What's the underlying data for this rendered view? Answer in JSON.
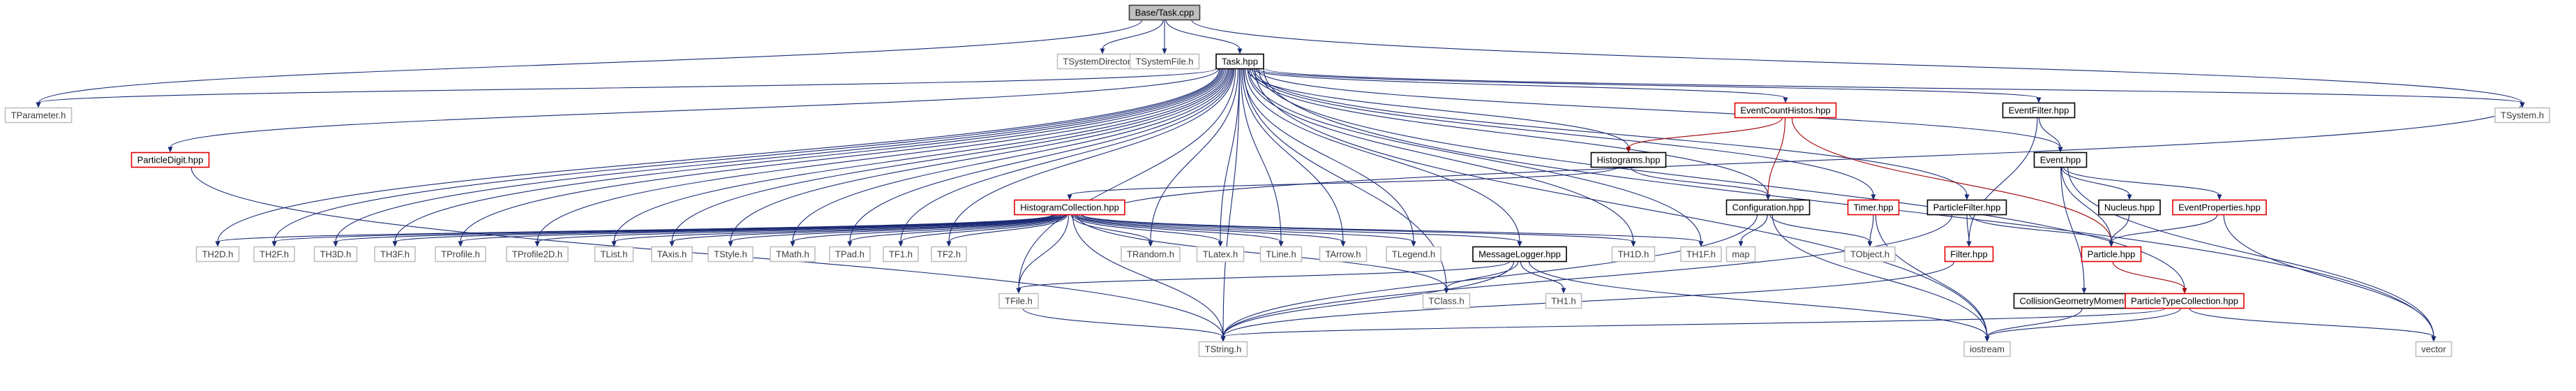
{
  "graph": {
    "nodes": [
      {
        "id": "task_cpp",
        "label": "Base/Task.cpp",
        "style": "root",
        "interactable": false
      },
      {
        "id": "tsysdir",
        "label": "TSystemDirectory.h",
        "style": "grey",
        "interactable": false
      },
      {
        "id": "tsysfile",
        "label": "TSystemFile.h",
        "style": "grey",
        "interactable": false
      },
      {
        "id": "task_hpp",
        "label": "Task.hpp",
        "style": "black",
        "interactable": true
      },
      {
        "id": "tparam",
        "label": "TParameter.h",
        "style": "grey",
        "interactable": false
      },
      {
        "id": "tsystem",
        "label": "TSystem.h",
        "style": "grey",
        "interactable": false
      },
      {
        "id": "pdigit",
        "label": "ParticleDigit.hpp",
        "style": "red",
        "interactable": true
      },
      {
        "id": "ech",
        "label": "EventCountHistos.hpp",
        "style": "red",
        "interactable": true
      },
      {
        "id": "evfilter",
        "label": "EventFilter.hpp",
        "style": "black",
        "interactable": true
      },
      {
        "id": "event",
        "label": "Event.hpp",
        "style": "black",
        "interactable": true
      },
      {
        "id": "histos",
        "label": "Histograms.hpp",
        "style": "black",
        "interactable": true
      },
      {
        "id": "hc",
        "label": "HistogramCollection.hpp",
        "style": "red",
        "interactable": true
      },
      {
        "id": "config",
        "label": "Configuration.hpp",
        "style": "black",
        "interactable": true
      },
      {
        "id": "timer",
        "label": "Timer.hpp",
        "style": "red",
        "interactable": true
      },
      {
        "id": "pfilter",
        "label": "ParticleFilter.hpp",
        "style": "black",
        "interactable": true
      },
      {
        "id": "nucleus",
        "label": "Nucleus.hpp",
        "style": "black",
        "interactable": true
      },
      {
        "id": "evprops",
        "label": "EventProperties.hpp",
        "style": "red",
        "interactable": true
      },
      {
        "id": "th2d",
        "label": "TH2D.h",
        "style": "grey",
        "interactable": false
      },
      {
        "id": "th2f",
        "label": "TH2F.h",
        "style": "grey",
        "interactable": false
      },
      {
        "id": "th3d",
        "label": "TH3D.h",
        "style": "grey",
        "interactable": false
      },
      {
        "id": "th3f",
        "label": "TH3F.h",
        "style": "grey",
        "interactable": false
      },
      {
        "id": "tprofile",
        "label": "TProfile.h",
        "style": "grey",
        "interactable": false
      },
      {
        "id": "tprofile2d",
        "label": "TProfile2D.h",
        "style": "grey",
        "interactable": false
      },
      {
        "id": "tlist",
        "label": "TList.h",
        "style": "grey",
        "interactable": false
      },
      {
        "id": "taxis",
        "label": "TAxis.h",
        "style": "grey",
        "interactable": false
      },
      {
        "id": "tstyle",
        "label": "TStyle.h",
        "style": "grey",
        "interactable": false
      },
      {
        "id": "tmath",
        "label": "TMath.h",
        "style": "grey",
        "interactable": false
      },
      {
        "id": "tpad",
        "label": "TPad.h",
        "style": "grey",
        "interactable": false
      },
      {
        "id": "tf1",
        "label": "TF1.h",
        "style": "grey",
        "interactable": false
      },
      {
        "id": "tf2",
        "label": "TF2.h",
        "style": "grey",
        "interactable": false
      },
      {
        "id": "trandom",
        "label": "TRandom.h",
        "style": "grey",
        "interactable": false
      },
      {
        "id": "tlatex",
        "label": "TLatex.h",
        "style": "grey",
        "interactable": false
      },
      {
        "id": "tline",
        "label": "TLine.h",
        "style": "grey",
        "interactable": false
      },
      {
        "id": "tarrow",
        "label": "TArrow.h",
        "style": "grey",
        "interactable": false
      },
      {
        "id": "tlegend",
        "label": "TLegend.h",
        "style": "grey",
        "interactable": false
      },
      {
        "id": "msglog",
        "label": "MessageLogger.hpp",
        "style": "black",
        "interactable": true
      },
      {
        "id": "th1d",
        "label": "TH1D.h",
        "style": "grey",
        "interactable": false
      },
      {
        "id": "th1f",
        "label": "TH1F.h",
        "style": "grey",
        "interactable": false
      },
      {
        "id": "map",
        "label": "map",
        "style": "grey",
        "interactable": false
      },
      {
        "id": "tobject",
        "label": "TObject.h",
        "style": "grey",
        "interactable": false
      },
      {
        "id": "filter",
        "label": "Filter.hpp",
        "style": "red",
        "interactable": true
      },
      {
        "id": "particle",
        "label": "Particle.hpp",
        "style": "red",
        "interactable": true
      },
      {
        "id": "tfile",
        "label": "TFile.h",
        "style": "grey",
        "interactable": false
      },
      {
        "id": "tclass",
        "label": "TClass.h",
        "style": "grey",
        "interactable": false
      },
      {
        "id": "th1",
        "label": "TH1.h",
        "style": "grey",
        "interactable": false
      },
      {
        "id": "cgm",
        "label": "CollisionGeometryMoments.hpp",
        "style": "black",
        "interactable": true
      },
      {
        "id": "ptc",
        "label": "ParticleTypeCollection.hpp",
        "style": "red",
        "interactable": true
      },
      {
        "id": "tstring",
        "label": "TString.h",
        "style": "grey",
        "interactable": false
      },
      {
        "id": "iostream",
        "label": "iostream",
        "style": "grey",
        "interactable": false
      },
      {
        "id": "vector",
        "label": "vector",
        "style": "grey",
        "interactable": false
      }
    ],
    "edges": [
      [
        "task_cpp",
        "tsysdir"
      ],
      [
        "task_cpp",
        "tsysfile"
      ],
      [
        "task_cpp",
        "task_hpp"
      ],
      [
        "task_cpp",
        "tparam"
      ],
      [
        "task_cpp",
        "tsystem"
      ],
      [
        "task_hpp",
        "tparam"
      ],
      [
        "task_hpp",
        "tsystem"
      ],
      [
        "task_hpp",
        "pdigit"
      ],
      [
        "task_hpp",
        "ech"
      ],
      [
        "task_hpp",
        "evfilter"
      ],
      [
        "task_hpp",
        "event"
      ],
      [
        "task_hpp",
        "histos"
      ],
      [
        "task_hpp",
        "config"
      ],
      [
        "task_hpp",
        "timer"
      ],
      [
        "task_hpp",
        "pfilter"
      ],
      [
        "task_hpp",
        "th2d"
      ],
      [
        "task_hpp",
        "th2f"
      ],
      [
        "task_hpp",
        "th3d"
      ],
      [
        "task_hpp",
        "th3f"
      ],
      [
        "task_hpp",
        "tprofile"
      ],
      [
        "task_hpp",
        "tprofile2d"
      ],
      [
        "task_hpp",
        "tlist"
      ],
      [
        "task_hpp",
        "taxis"
      ],
      [
        "task_hpp",
        "tstyle"
      ],
      [
        "task_hpp",
        "tmath"
      ],
      [
        "task_hpp",
        "tpad"
      ],
      [
        "task_hpp",
        "tf1"
      ],
      [
        "task_hpp",
        "tf2"
      ],
      [
        "task_hpp",
        "trandom"
      ],
      [
        "task_hpp",
        "tlatex"
      ],
      [
        "task_hpp",
        "tline"
      ],
      [
        "task_hpp",
        "tarrow"
      ],
      [
        "task_hpp",
        "tlegend"
      ],
      [
        "task_hpp",
        "msglog"
      ],
      [
        "task_hpp",
        "th1d"
      ],
      [
        "task_hpp",
        "th1f"
      ],
      [
        "task_hpp",
        "tclass"
      ],
      [
        "task_hpp",
        "tfile"
      ],
      [
        "task_hpp",
        "tstring"
      ],
      [
        "task_hpp",
        "iostream"
      ],
      [
        "task_hpp",
        "vector"
      ],
      [
        "task_hpp",
        "ptc"
      ],
      [
        "pdigit",
        "tstring"
      ],
      [
        "ech",
        "histos"
      ],
      [
        "ech",
        "config"
      ],
      [
        "ech",
        "particle"
      ],
      [
        "evfilter",
        "event"
      ],
      [
        "evfilter",
        "filter"
      ],
      [
        "event",
        "nucleus"
      ],
      [
        "event",
        "evprops"
      ],
      [
        "event",
        "particle"
      ],
      [
        "event",
        "cgm"
      ],
      [
        "event",
        "vector"
      ],
      [
        "histos",
        "hc"
      ],
      [
        "histos",
        "config"
      ],
      [
        "hc",
        "th2d"
      ],
      [
        "hc",
        "th2f"
      ],
      [
        "hc",
        "th3d"
      ],
      [
        "hc",
        "th3f"
      ],
      [
        "hc",
        "tprofile"
      ],
      [
        "hc",
        "tprofile2d"
      ],
      [
        "hc",
        "tlist"
      ],
      [
        "hc",
        "taxis"
      ],
      [
        "hc",
        "tstyle"
      ],
      [
        "hc",
        "tmath"
      ],
      [
        "hc",
        "tpad"
      ],
      [
        "hc",
        "tf1"
      ],
      [
        "hc",
        "tf2"
      ],
      [
        "hc",
        "trandom"
      ],
      [
        "hc",
        "tlatex"
      ],
      [
        "hc",
        "tline"
      ],
      [
        "hc",
        "tarrow"
      ],
      [
        "hc",
        "tlegend"
      ],
      [
        "hc",
        "msglog"
      ],
      [
        "hc",
        "th1d"
      ],
      [
        "hc",
        "th1f"
      ],
      [
        "hc",
        "tsystem"
      ],
      [
        "hc",
        "tfile"
      ],
      [
        "hc",
        "tclass"
      ],
      [
        "hc",
        "tstring"
      ],
      [
        "config",
        "map"
      ],
      [
        "config",
        "tobject"
      ],
      [
        "config",
        "tstring"
      ],
      [
        "config",
        "iostream"
      ],
      [
        "timer",
        "tobject"
      ],
      [
        "timer",
        "iostream"
      ],
      [
        "pfilter",
        "filter"
      ],
      [
        "pfilter",
        "particle"
      ],
      [
        "pfilter",
        "tstring"
      ],
      [
        "nucleus",
        "particle"
      ],
      [
        "evprops",
        "particle"
      ],
      [
        "evprops",
        "vector"
      ],
      [
        "msglog",
        "tfile"
      ],
      [
        "msglog",
        "tclass"
      ],
      [
        "msglog",
        "th1"
      ],
      [
        "msglog",
        "tstring"
      ],
      [
        "msglog",
        "iostream"
      ],
      [
        "filter",
        "tstring"
      ],
      [
        "particle",
        "ptc"
      ],
      [
        "cgm",
        "iostream"
      ],
      [
        "ptc",
        "tstring"
      ],
      [
        "ptc",
        "iostream"
      ],
      [
        "ptc",
        "vector"
      ],
      [
        "tfile",
        "tstring"
      ]
    ],
    "red_edges": [
      [
        "ech",
        "histos"
      ],
      [
        "ech",
        "config"
      ],
      [
        "ech",
        "particle"
      ],
      [
        "particle",
        "ptc"
      ]
    ]
  }
}
